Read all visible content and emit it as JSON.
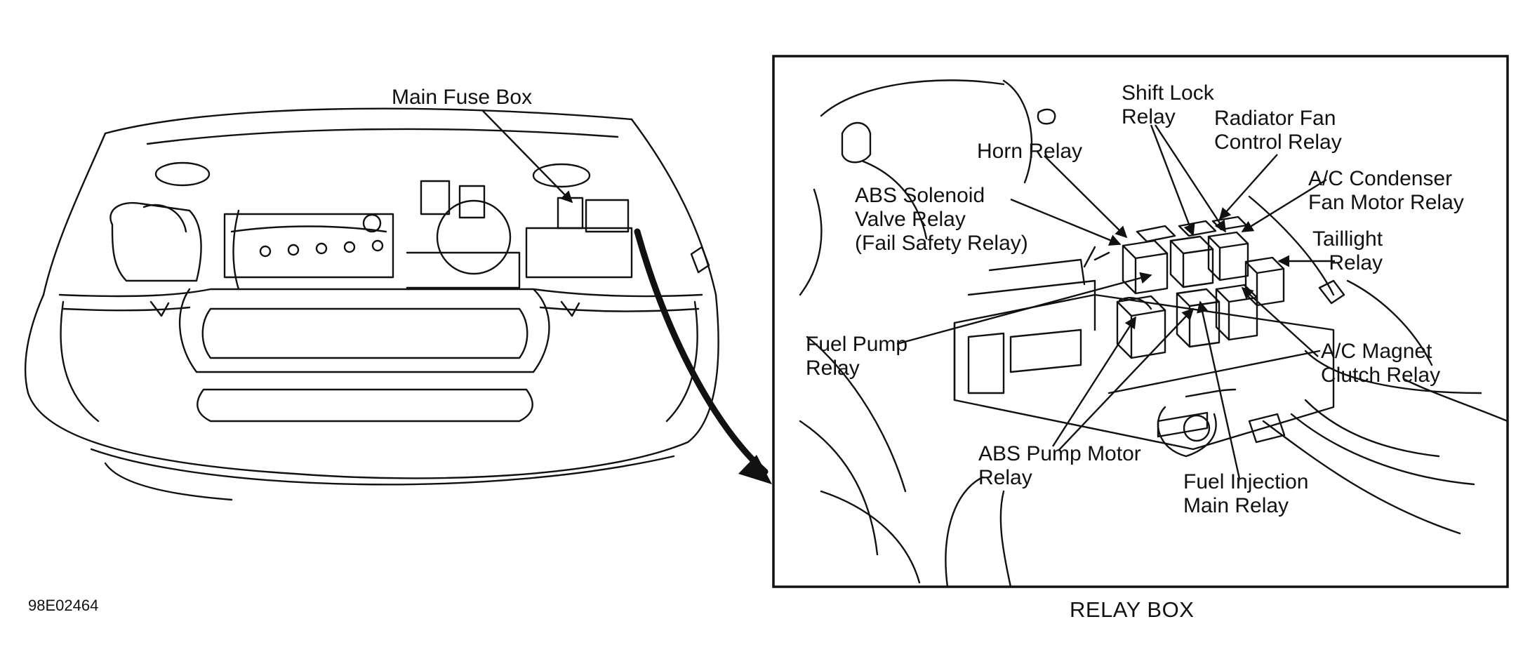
{
  "figure_code": "98E02464",
  "caption": "RELAY BOX",
  "callouts": {
    "main_fuse_box": [
      "Main Fuse Box"
    ],
    "shift_lock": [
      "Shift Lock",
      "Relay"
    ],
    "radiator_fan": [
      "Radiator Fan",
      "Control Relay"
    ],
    "horn": [
      "Horn Relay"
    ],
    "ac_condenser": [
      "A/C Condenser",
      "Fan Motor Relay"
    ],
    "abs_solenoid": [
      "ABS Solenoid",
      "Valve Relay",
      "(Fail Safety Relay)"
    ],
    "taillight": [
      "Taillight",
      "Relay"
    ],
    "fuel_pump": [
      "Fuel Pump",
      "Relay"
    ],
    "ac_magnet": [
      "A/C Magnet",
      "Clutch Relay"
    ],
    "abs_pump_motor": [
      "ABS Pump Motor",
      "Relay"
    ],
    "fuel_injection": [
      "Fuel Injection",
      "Main Relay"
    ]
  },
  "colors": {
    "line": "#111111",
    "background": "#ffffff"
  }
}
